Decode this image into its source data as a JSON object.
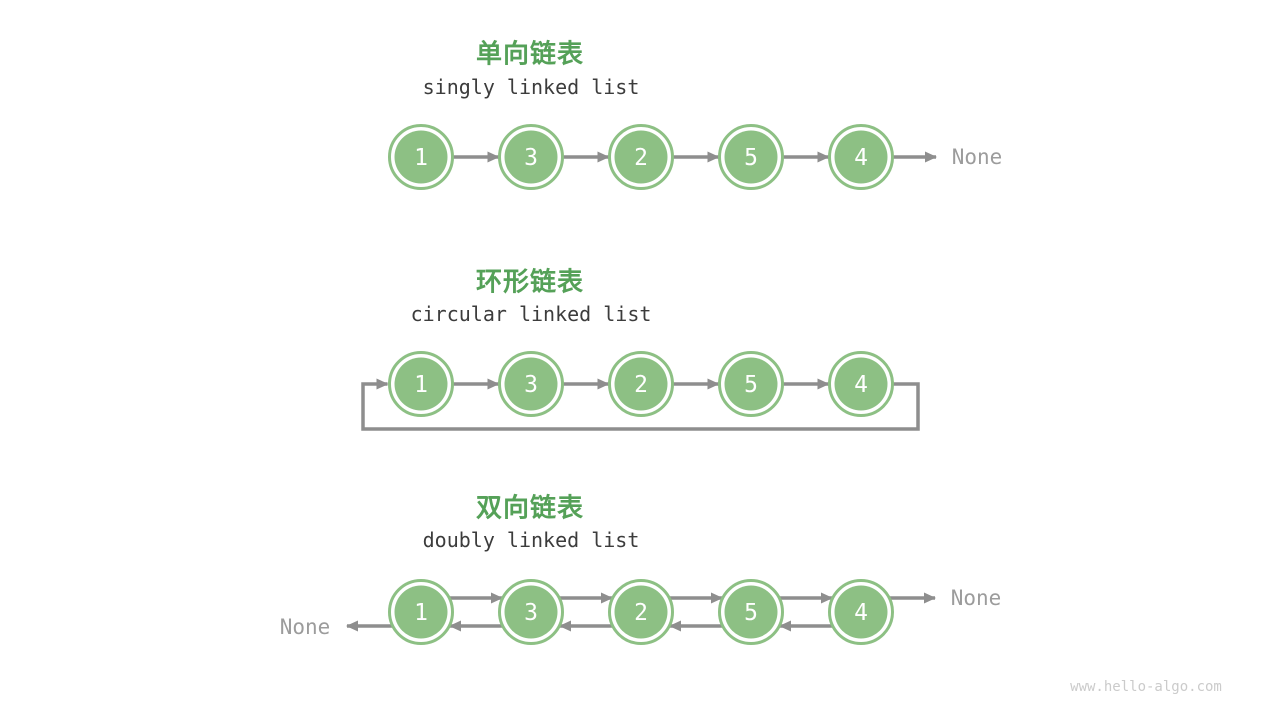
{
  "page": {
    "background": "#ffffff",
    "watermark": "www.hello-algo.com"
  },
  "colors": {
    "title_green": "#55A158",
    "node_fill_green": "#8DC084",
    "node_ring_green": "#8DC084",
    "node_text_white": "#ffffff",
    "arrow_gray": "#8E8E8E",
    "subtitle_dark": "#3C3C3C",
    "none_gray": "#9C9C9C",
    "watermark_gray": "#CBCBCB"
  },
  "sections": [
    {
      "id": "singly",
      "title": "单向链表",
      "subtitle": "singly linked list",
      "nodes": [
        "1",
        "3",
        "2",
        "5",
        "4"
      ],
      "tail_label": "None"
    },
    {
      "id": "circular",
      "title": "环形链表",
      "subtitle": "circular linked list",
      "nodes": [
        "1",
        "3",
        "2",
        "5",
        "4"
      ]
    },
    {
      "id": "doubly",
      "title": "双向链表",
      "subtitle": "doubly linked list",
      "nodes": [
        "1",
        "3",
        "2",
        "5",
        "4"
      ],
      "head_label": "None",
      "tail_label": "None"
    }
  ]
}
